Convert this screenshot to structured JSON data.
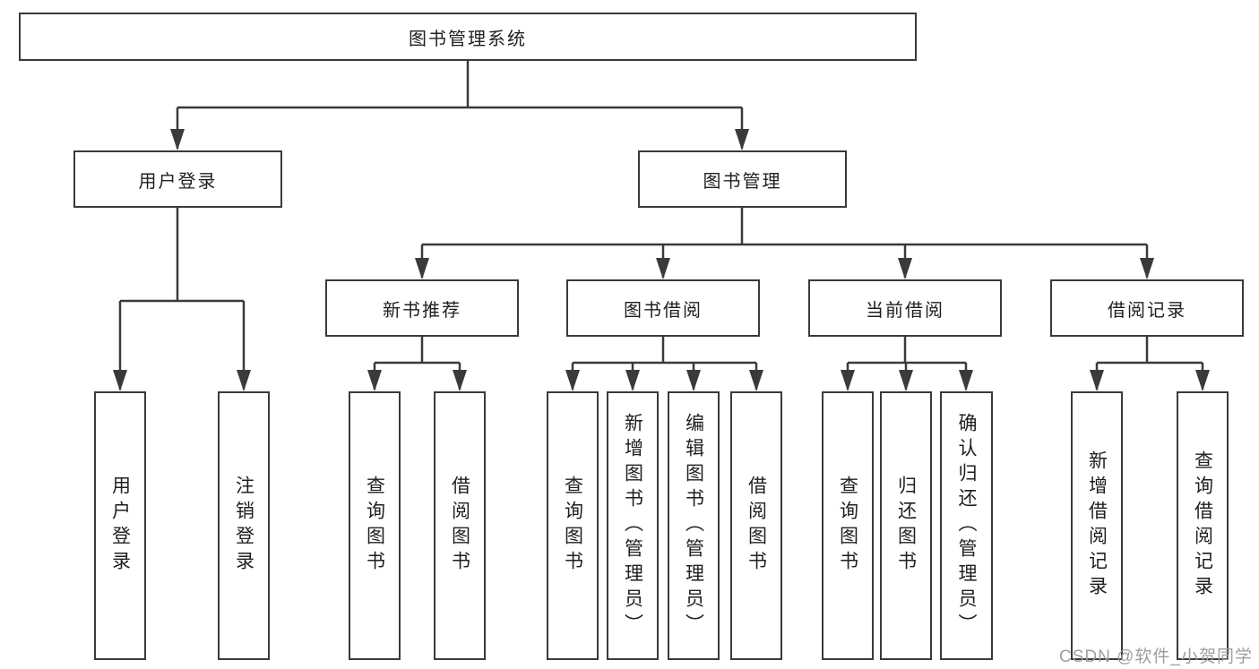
{
  "diagram": {
    "root": {
      "label": "图书管理系统"
    },
    "branches": [
      {
        "label": "用户登录",
        "children": [
          {
            "label": "用户登录"
          },
          {
            "label": "注销登录"
          }
        ]
      },
      {
        "label": "图书管理",
        "children": [
          {
            "label": "新书推荐",
            "children": [
              {
                "label": "查询图书"
              },
              {
                "label": "借阅图书"
              }
            ]
          },
          {
            "label": "图书借阅",
            "children": [
              {
                "label": "查询图书"
              },
              {
                "label": "新增图书（管理员）"
              },
              {
                "label": "编辑图书（管理员）"
              },
              {
                "label": "借阅图书"
              }
            ]
          },
          {
            "label": "当前借阅",
            "children": [
              {
                "label": "查询图书"
              },
              {
                "label": "归还图书"
              },
              {
                "label": "确认归还（管理员）"
              }
            ]
          },
          {
            "label": "借阅记录",
            "children": [
              {
                "label": "新增借阅记录"
              },
              {
                "label": "查询借阅记录"
              }
            ]
          }
        ]
      }
    ]
  },
  "watermark": {
    "text": "CSDN @软件_小贺同学"
  },
  "colors": {
    "line": "#3a3a3a",
    "box_border": "#3a3a3a",
    "text": "#1f1f1f",
    "watermark": "#9e9e9e",
    "background": "#ffffff"
  }
}
